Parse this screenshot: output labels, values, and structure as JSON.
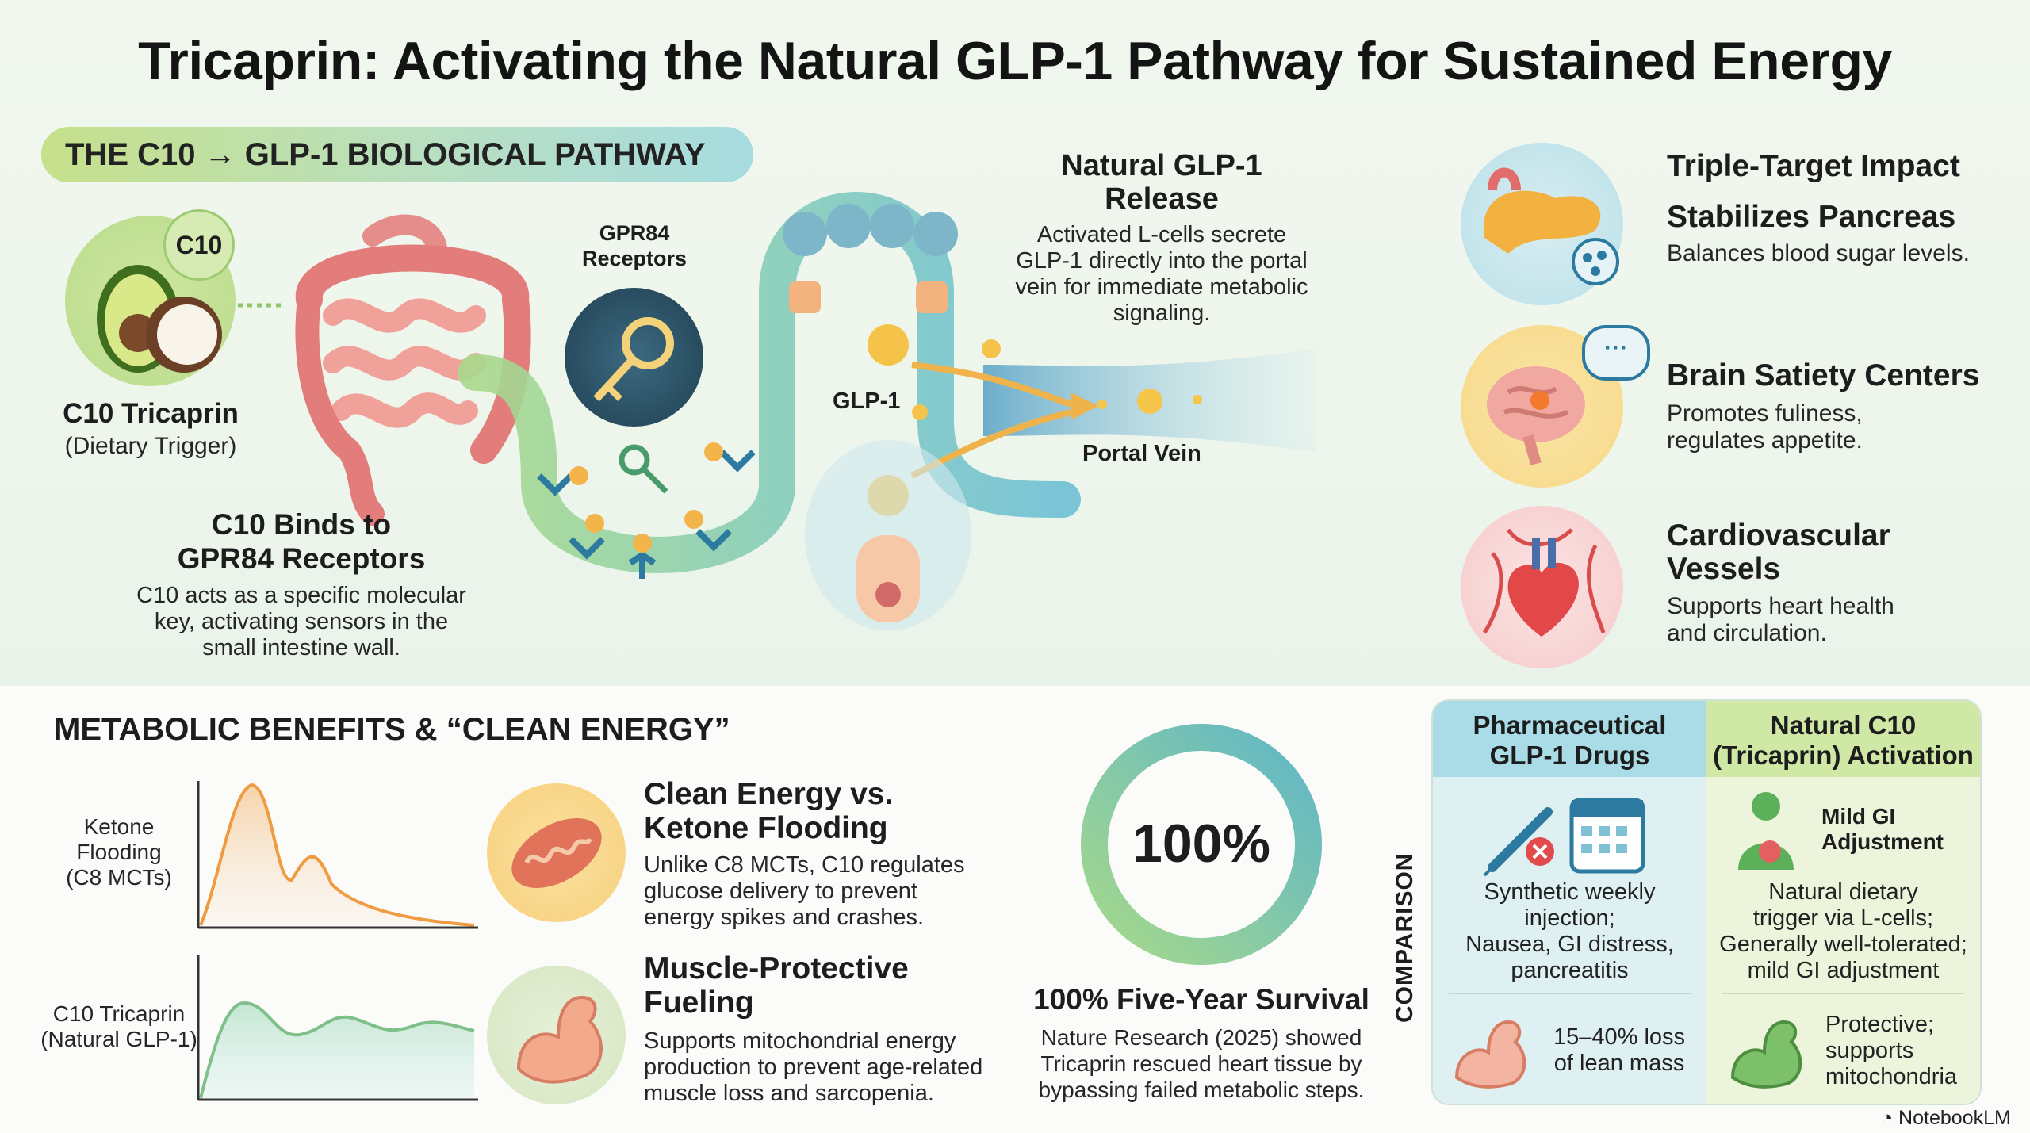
{
  "title": "Tricaprin: Activating the Natural GLP-1 Pathway for Sustained Energy",
  "pathway": {
    "banner": "THE C10 → GLP-1 BIOLOGICAL PATHWAY",
    "c10_badge": "C10",
    "c10_title": "C10 Tricaprin",
    "c10_subtitle": "(Dietary Trigger)",
    "gpr84_label": "GPR84\nReceptors",
    "binds_title": "C10 Binds to\nGPR84 Receptors",
    "binds_text": "C10 acts as a specific molecular\nkey, activating sensors in the\nsmall intestine wall.",
    "release_title": "Natural GLP-1\nRelease",
    "release_text": "Activated L-cells secrete\nGLP-1 directly into the portal\nvein for immediate metabolic\nsignaling.",
    "glp1_label": "GLP-1",
    "portal_label": "Portal Vein"
  },
  "impact": {
    "heading": "Triple-Target Impact",
    "items": [
      {
        "title": "Stabilizes Pancreas",
        "text": "Balances blood sugar levels.",
        "icon": "pancreas-icon"
      },
      {
        "title": "Brain Satiety Centers",
        "text": "Promotes fuliness,\nregulates appetite.",
        "icon": "brain-icon"
      },
      {
        "title": "Cardiovascular\nVessels",
        "text": "Supports heart health\nand circulation.",
        "icon": "heart-icon"
      }
    ]
  },
  "benefits": {
    "heading": "METABOLIC BENEFITS & “CLEAN ENERGY”",
    "chart_top_label": "Ketone\nFlooding\n(C8 MCTs)",
    "chart_bottom_label": "C10 Tricaprin\n(Natural GLP-1)",
    "clean_title": "Clean Energy vs.\nKetone Flooding",
    "clean_text": "Unlike C8 MCTs, C10 regulates\nglucose delivery to prevent\nenergy spikes and crashes.",
    "muscle_title": "Muscle-Protective\nFueling",
    "muscle_text": "Supports mitochondrial energy\nproduction to prevent age-related\nmuscle loss and sarcopenia."
  },
  "survival": {
    "value_text": "100%",
    "percent": 100,
    "title": "100% Five-Year Survival",
    "text": "Nature Research (2025) showed\nTricaprin rescued heart tissue by\nbypassing failed metabolic steps."
  },
  "comparison": {
    "side_label": "COMPARISON",
    "pharma_title": "Pharmaceutical\nGLP-1 Drugs",
    "natural_title": "Natural C10\n(Tricaprin) Activation",
    "pharma_effects": "Synthetic weekly\ninjection;\nNausea, GI distress,\npancreatitis",
    "pharma_muscle": "15–40% loss\nof lean mass",
    "natural_gi_title": "Mild GI\nAdjustment",
    "natural_effects": "Natural dietary\ntrigger via L-cells;\nGenerally well-tolerated;\nmild GI adjustment",
    "natural_muscle": "Protective;\nsupports\nmitochondria",
    "colors": {
      "pharma": "#a9dce6",
      "natural": "#cfe8a6"
    }
  },
  "footer": {
    "brand": "NotebookLM"
  }
}
